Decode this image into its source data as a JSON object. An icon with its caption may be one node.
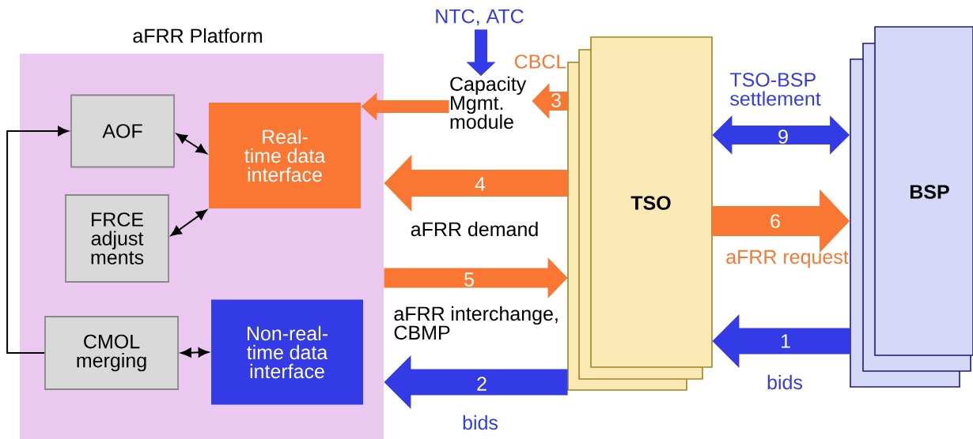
{
  "diagram": {
    "nodes": [
      {
        "text": [
          "aFRR Platform"
        ]
      },
      {
        "text": [
          "AOF"
        ],
        "in": 0
      },
      {
        "text": [
          "Real-time data interface"
        ],
        "in": 0
      },
      {
        "text": [
          "FRCE adjust ments"
        ],
        "in": 0
      },
      {
        "text": [
          "CMOL merging"
        ],
        "in": 0
      },
      {
        "text": [
          "Non-real-time data interface"
        ],
        "in": 0
      },
      {
        "text": [
          "Capacity Mgmt. module"
        ]
      },
      {
        "text": [
          "TSO"
        ]
      },
      {
        "text": [
          "BSP"
        ]
      },
      {
        "text": [
          "NTC, ATC"
        ]
      }
    ],
    "edges": [
      {
        "from": 1,
        "to": 2,
        "arrow": "both",
        "color": "#000000"
      },
      {
        "from": 3,
        "to": 2,
        "arrow": "both",
        "color": "#000000"
      },
      {
        "from": 4,
        "to": 5,
        "arrow": "both",
        "color": "#000000"
      },
      {
        "from": 4,
        "to": 1,
        "arrow": "to",
        "color": "#000000"
      },
      {
        "from": 9,
        "to": 6,
        "arrow": "to",
        "color": "#333be6"
      },
      {
        "from": 7,
        "to": 6,
        "label": "3",
        "arrow": "to",
        "color": "#f97733"
      },
      {
        "from": 6,
        "to": 2,
        "arrow": "to",
        "color": "#f97733"
      },
      {
        "from": 7,
        "to": 0,
        "label": "4",
        "arrow": "to",
        "color": "#f97733"
      },
      {
        "from": 0,
        "to": 7,
        "label": "5",
        "arrow": "to",
        "color": "#f97733"
      },
      {
        "from": 7,
        "to": 0,
        "label": "2",
        "arrow": "to",
        "color": "#333be6"
      },
      {
        "from": 7,
        "to": 8,
        "label": "9",
        "arrow": "both",
        "color": "#333be6"
      },
      {
        "from": 7,
        "to": 8,
        "label": "6",
        "arrow": "to",
        "color": "#f97733"
      },
      {
        "from": 8,
        "to": 7,
        "label": "1",
        "arrow": "to",
        "color": "#333be6"
      }
    ],
    "labels": [
      "CBCL",
      "aFRR demand",
      "aFRR interchange, CBMP",
      "bids",
      "TSO-BSP settlement",
      "aFRR request",
      "bids"
    ]
  }
}
